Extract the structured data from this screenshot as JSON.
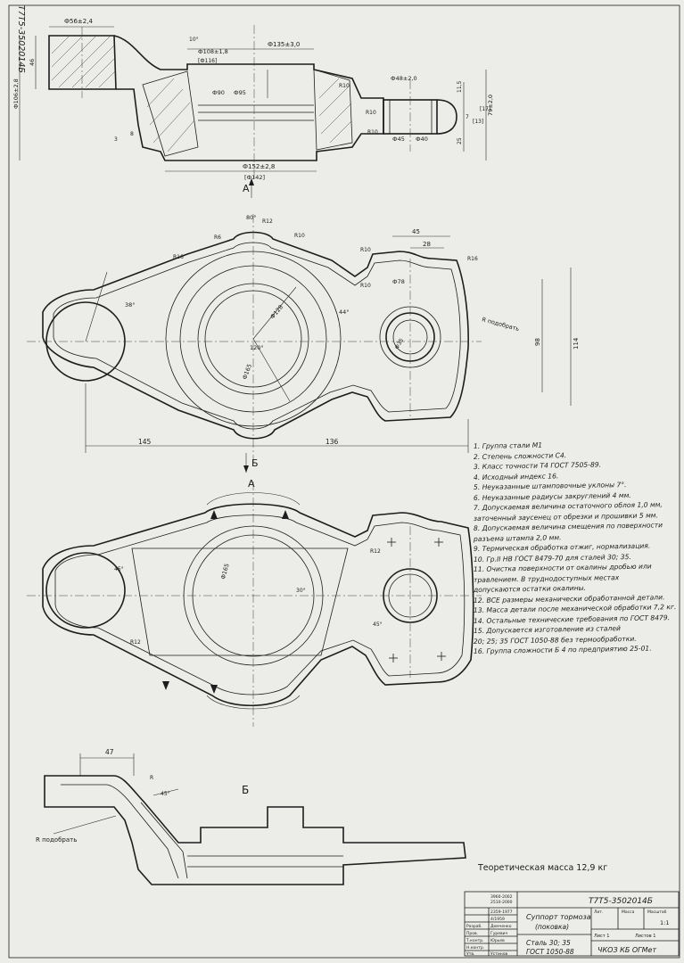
{
  "drawing": {
    "doc_code_rotated": "Т7Т5-3502014Б",
    "section_labels": {
      "a_top": "А",
      "b_mid": "Б",
      "b_bottom": "Б",
      "a_mid": "А"
    },
    "top_view_dims": [
      "Ф56±2,4",
      "10°",
      "Ф108±1,8",
      "[Ф116]",
      "Ф135±3,0",
      "Ф90",
      "Ф95",
      "Ф48±2,0",
      "Ф45",
      "Ф40",
      "Ф152±2,8",
      "[Ф142]",
      "46",
      "Ф106±2,8",
      "79±2,0",
      "11,5",
      "7",
      "[13]",
      "[17]",
      "25",
      "3",
      "8",
      "R10",
      "R10",
      "R10"
    ],
    "plan_view_dims": [
      "80°",
      "R6",
      "R12",
      "R10",
      "R16",
      "R16",
      "R10",
      "R10",
      "45",
      "28",
      "Ф78",
      "Ф128",
      "Ф165",
      "44°",
      "120°",
      "38°",
      "Ф35",
      "98",
      "114",
      "R подобрать",
      "145",
      "136"
    ],
    "bottom_plan_dims": [
      "Ф165",
      "R12",
      "45°",
      "45°",
      "R12",
      "30°"
    ],
    "side_view_dims": [
      "47",
      "R",
      "45°",
      "R подобрать"
    ],
    "notes": [
      "1. Группа стали М1",
      "2. Степень сложности С4.",
      "3. Класс точности Т4 ГОСТ 7505-89.",
      "4. Исходный индекс 16.",
      "5. Неуказанные штамповочные уклоны 7°.",
      "6. Неуказанные радиусы закруглений 4 мм.",
      "7. Допускаемая величина остаточного облоя 1,0 мм,",
      "заточенный заусенец от обрезки и прошивки 5 мм.",
      "8. Допускаемая величина смещения по поверхности",
      "разъема штампа 2,0 мм.",
      "9. Термическая обработка отжиг, нормализация.",
      "10. Гр.II НВ ГОСТ 8479-70 для сталей 30; 35.",
      "11. Очистка поверхности от окалины дробью или",
      "травлением. В труднодоступных местах",
      "допускаются остатки окалины.",
      "12. ВСЕ размеры механически обработанной детали.",
      "13. Масса детали после механической обработки 7,2 кг.",
      "14. Остальные технические требования по ГОСТ 8479.",
      "15. Допускается изготовление из сталей",
      "20; 25; 35 ГОСТ 1050-88 без термообработки.",
      "16. Группа сложности Б 4 по предприятию 25-01."
    ],
    "theoretical_mass": "Теоретическая масса 12,9 кг"
  },
  "title_block": {
    "designation": "Т7Т5-3502014Б",
    "name_line1": "Суппорт тормоза",
    "name_line2": "(поковка)",
    "material_line1": "Сталь 30; 35",
    "material_line2": "ГОСТ 1050-88",
    "scale": "1:1",
    "sheet": "Лист 1",
    "sheets": "Листов 1",
    "company": "ЧКОЗ КБ ОГМет",
    "col_headers": [
      "Лит.",
      "Масса",
      "Масштаб"
    ],
    "roles": [
      "Разраб.",
      "Пров.",
      "Т.контр.",
      "Н.контр.",
      "Утв."
    ],
    "signers": [
      "Демченко",
      "Гуревич",
      "Юрьев",
      "",
      "Устинов"
    ],
    "change_entries": [
      "3960-2002",
      "2510-2000",
      "2359-1977",
      "4/1959"
    ]
  },
  "colors": {
    "paper": "#ecece8",
    "ink": "#1d1d1d"
  }
}
